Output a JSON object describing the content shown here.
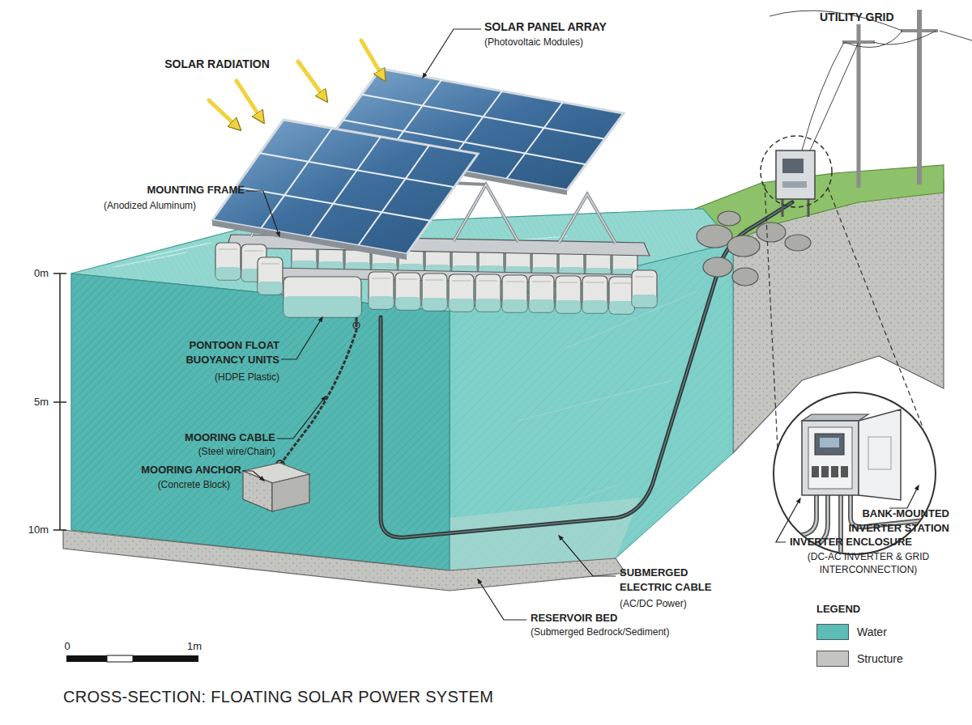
{
  "diagram": {
    "title": "CROSS-SECTION: FLOATING SOLAR POWER SYSTEM",
    "labels": [
      "SOLAR RADIATION",
      "SOLAR PANEL ARRAY",
      "(Photovoltaic Modules)",
      "UTILITY GRID",
      "MOUNTING FRAME",
      "(Anodized Aluminum)",
      "0m",
      "5m",
      "10m",
      "PONTOON FLOAT BUOYANCY UNITS",
      "(HDPE Plastic)",
      "MOORING CABLE",
      "(Steel wire/Chain)",
      "MOORING ANCHOR",
      "(Concrete Block)",
      "BANK-MOUNTED INVERTER STATION",
      "INVERTER ENCLOSURE",
      "(DC-AC INVERTER & GRID INTERCONNECTION)",
      "SUBMERGED ELECTRIC CABLE",
      "(AC/DC Power)",
      "RESERVOIR BED",
      "(Submerged Bedrock/Sediment)",
      "LEGEND",
      "0",
      "1m"
    ],
    "legend": [
      {
        "text": "Water",
        "color": "#5cbcb6"
      },
      {
        "text": "Structure",
        "color": "#c4c4c0"
      }
    ]
  }
}
